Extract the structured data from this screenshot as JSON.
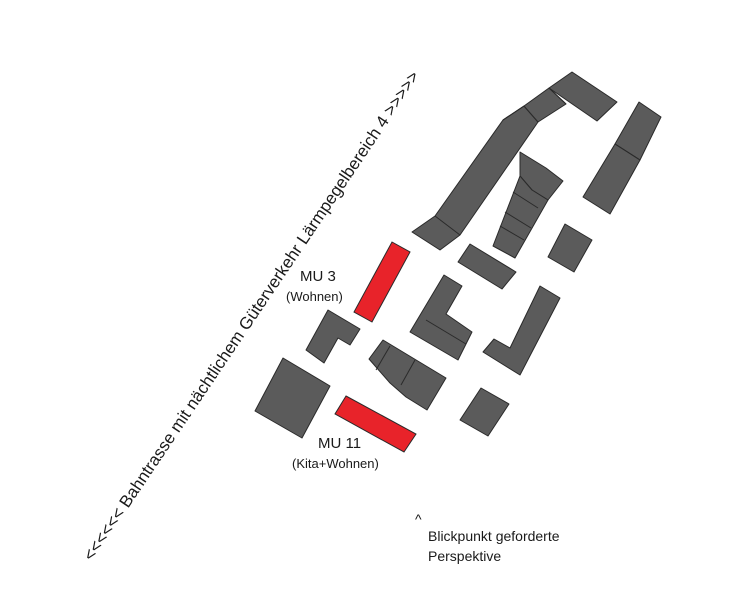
{
  "railway_label": "<<<<<< Bahntrasse mit nächtlichem Güterverkehr Lärmpegelbereich 4 >>>>>",
  "parcels": {
    "mu3": {
      "title": "MU 3",
      "use": "(Wohnen)"
    },
    "mu11": {
      "title": "MU 11",
      "use": "(Kita+Wohnen)"
    }
  },
  "viewpoint": {
    "arrow": "^",
    "line1": "Blickpunkt geforderte",
    "line2": "Perspektive"
  },
  "colors": {
    "building": "#5b5b5b",
    "highlight": "#e8232a",
    "outline": "#2a2a2a"
  }
}
